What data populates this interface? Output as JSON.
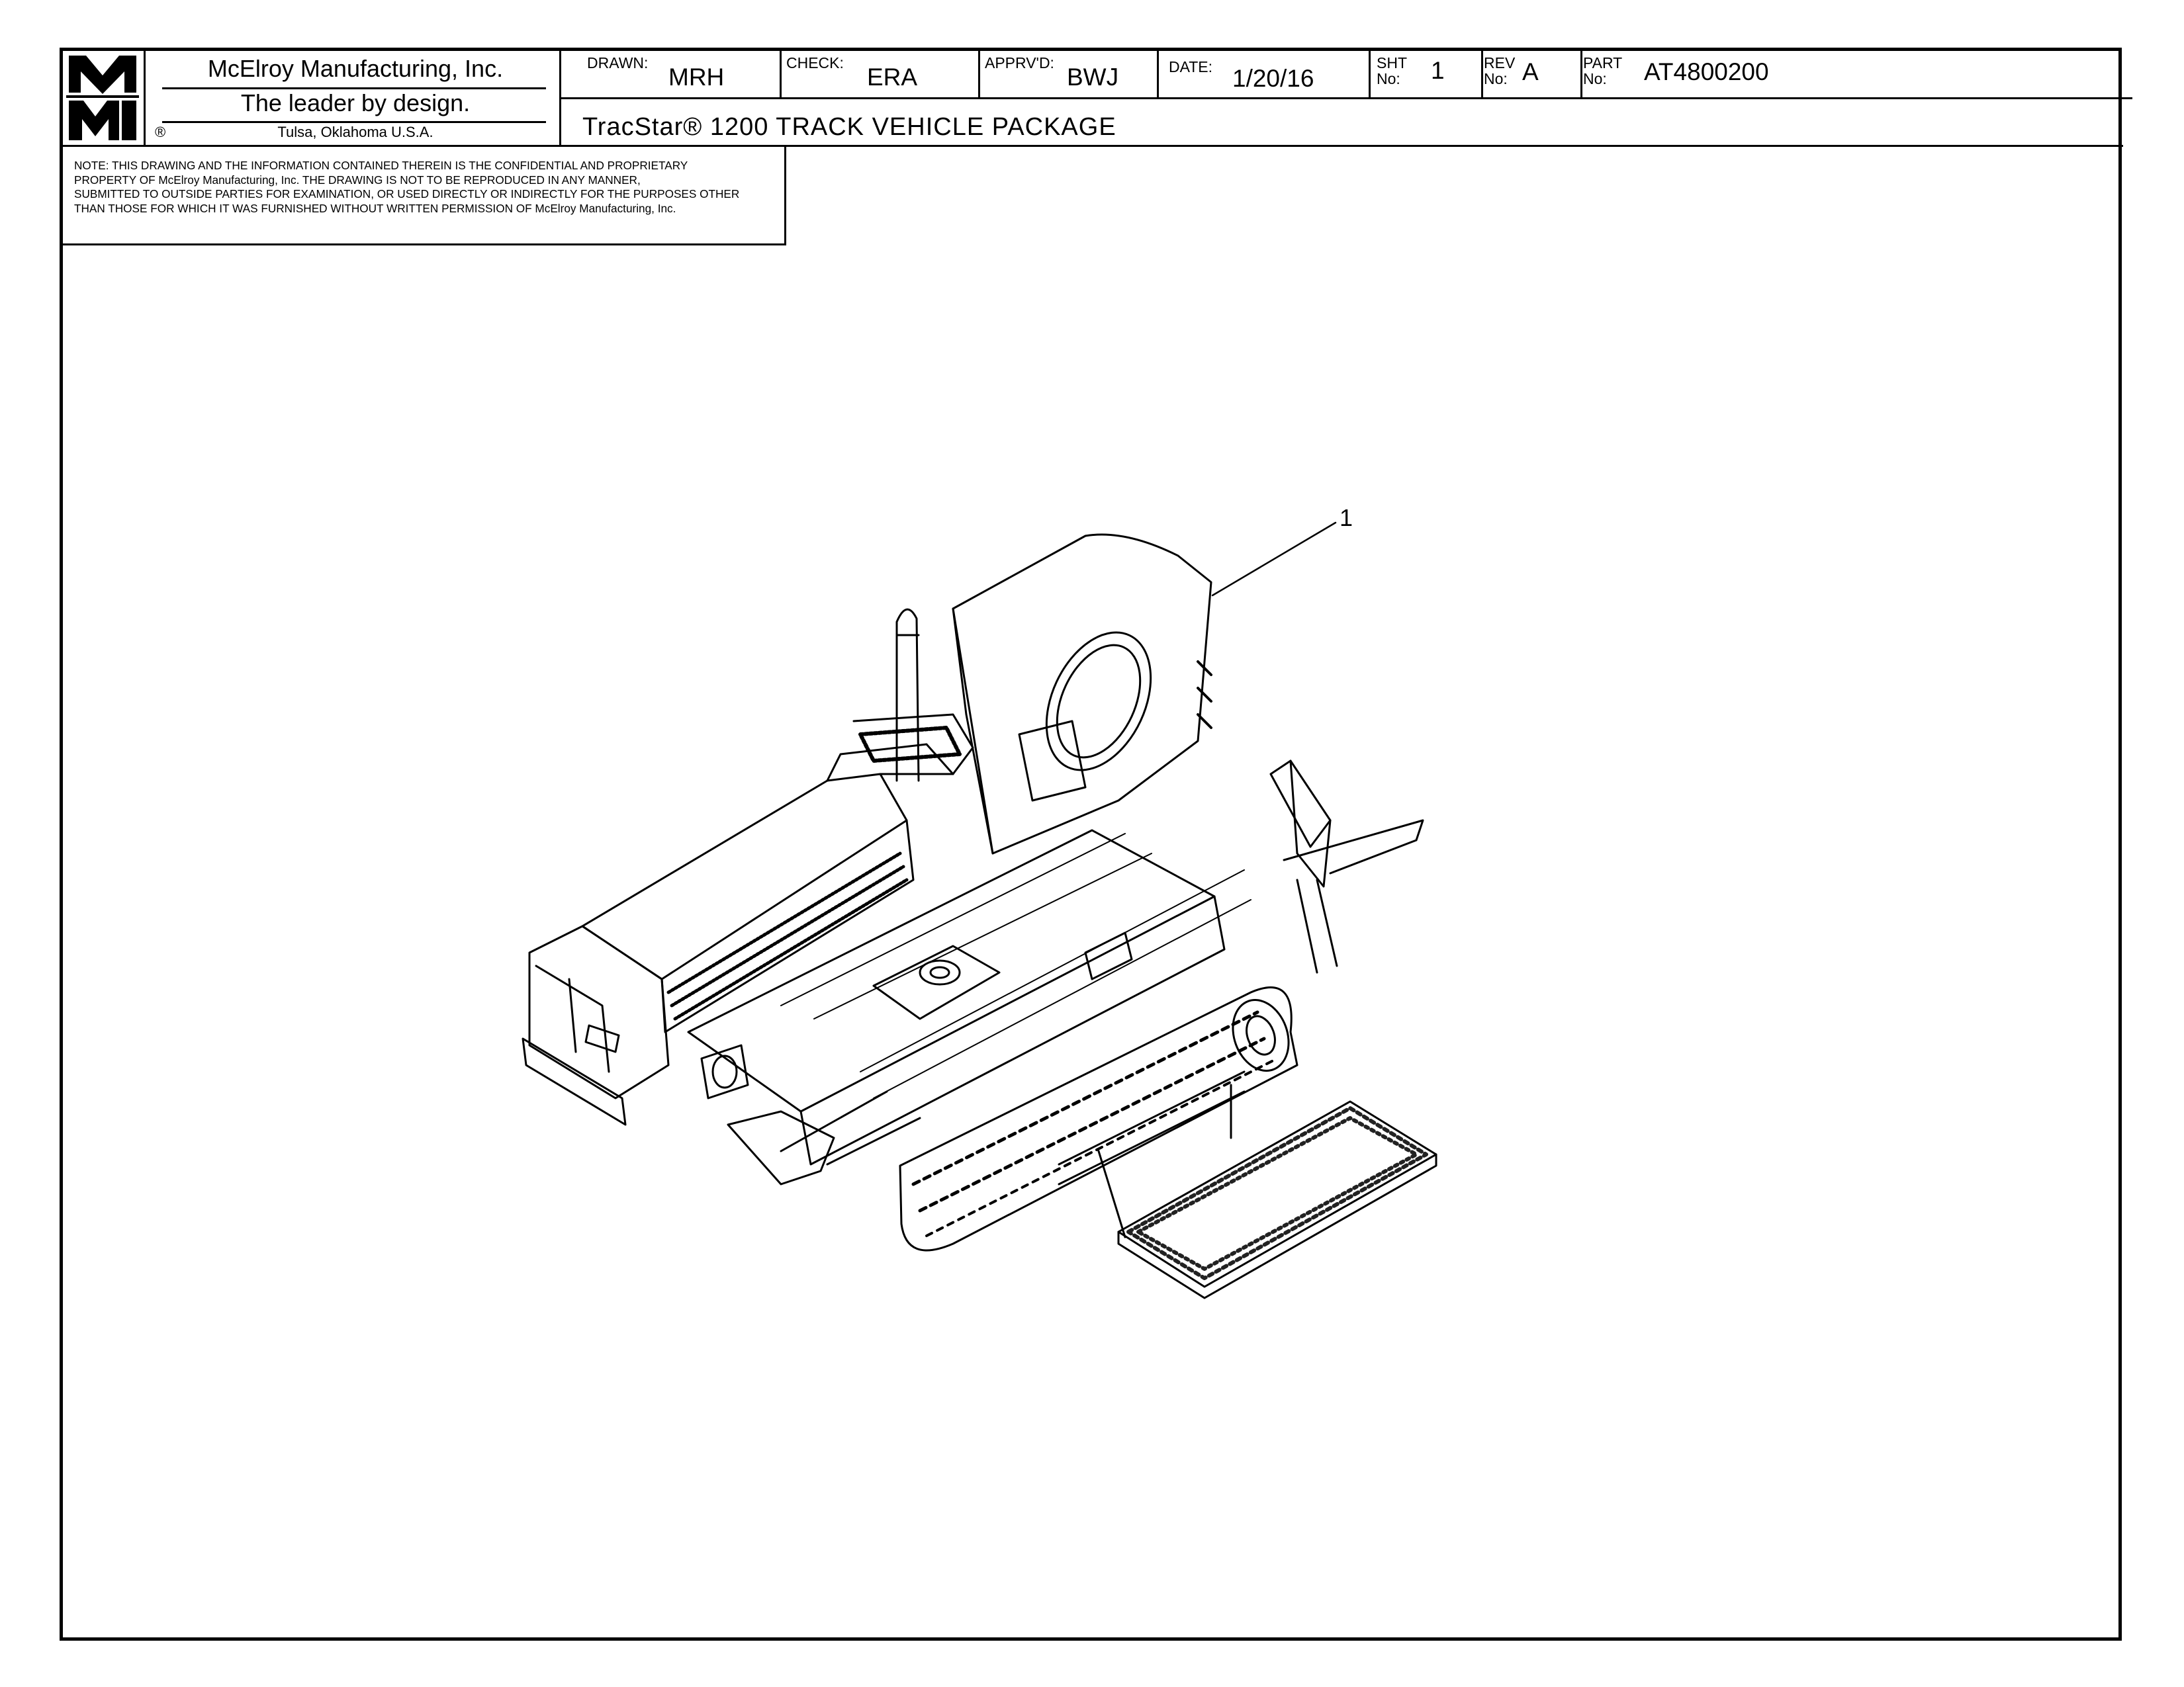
{
  "title_block": {
    "logo_text": "MMI",
    "company": "McElroy Manufacturing, Inc.",
    "slogan": "The leader by design.",
    "city": "Tulsa, Oklahoma U.S.A.",
    "registered_mark": "®",
    "fields": {
      "drawn_label": "DRAWN:",
      "drawn_value": "MRH",
      "check_label": "CHECK:",
      "check_value": "ERA",
      "approved_label": "APPRV'D:",
      "approved_value": "BWJ",
      "date_label": "DATE:",
      "date_value": "1/20/16",
      "sheet_label_1": "SHT",
      "sheet_label_2": "No:",
      "sheet_value": "1",
      "rev_label_1": "REV",
      "rev_label_2": "No:",
      "rev_value": "A",
      "part_label_1": "PART",
      "part_label_2": "No:",
      "part_value": "AT4800200"
    },
    "drawing_title": "TracStar® 1200 TRACK VEHICLE PACKAGE"
  },
  "note": {
    "lines": [
      "NOTE: THIS DRAWING AND THE INFORMATION CONTAINED THEREIN IS THE CONFIDENTIAL AND PROPRIETARY",
      "PROPERTY OF McElroy Manufacturing, Inc. THE DRAWING IS NOT TO BE REPRODUCED IN ANY MANNER,",
      "SUBMITTED TO OUTSIDE PARTIES FOR EXAMINATION, OR USED DIRECTLY OR INDIRECTLY FOR THE PURPOSES OTHER",
      "THAN THOSE FOR WHICH IT WAS FURNISHED WITHOUT WRITTEN PERMISSION OF McElroy Manufacturing, Inc."
    ]
  },
  "drawing": {
    "callout": "1"
  }
}
